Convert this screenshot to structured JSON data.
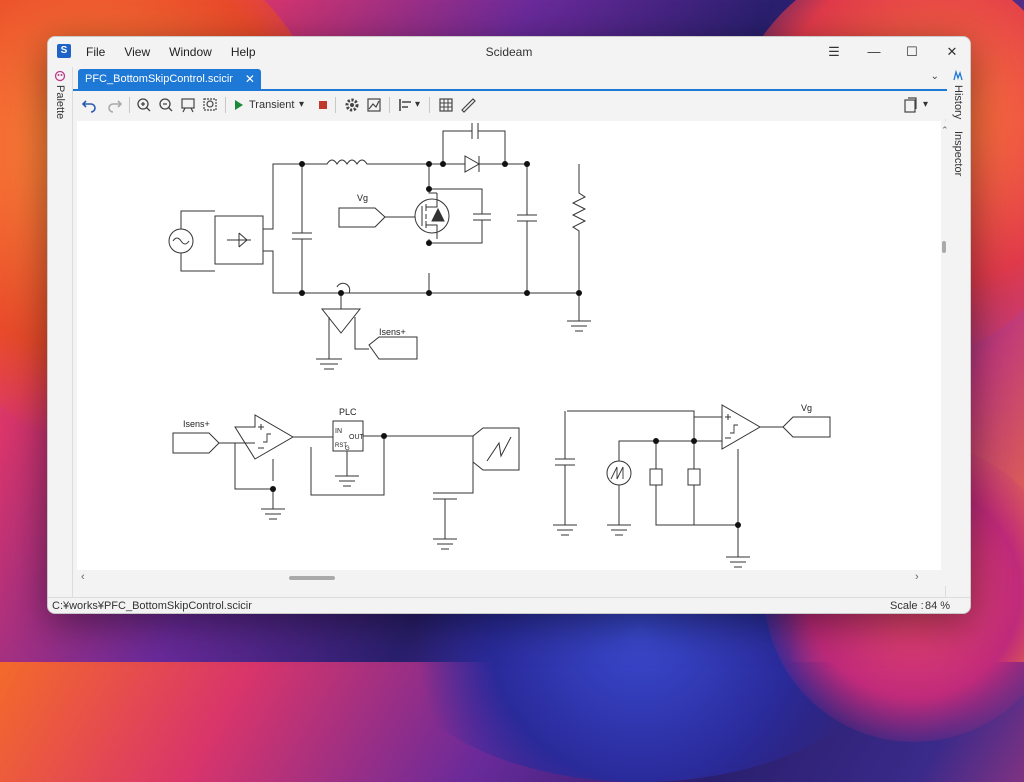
{
  "window": {
    "app_title": "Scideam",
    "menu": [
      "File",
      "View",
      "Window",
      "Help"
    ],
    "controls": {
      "menu": "☰",
      "minimize": "—",
      "maximize": "☐",
      "close": "✕"
    }
  },
  "side": {
    "palette": "Palette",
    "history": "History",
    "inspector": "Inspector"
  },
  "tab": {
    "label": "PFC_BottomSkipControl.scicir",
    "close": "✕"
  },
  "toolbar": {
    "run_mode": "Transient"
  },
  "schematic": {
    "labels": {
      "vg_in": "Vg",
      "isens_out": "Isens+",
      "isens_in": "Isens+",
      "plc": "PLC",
      "plc_in": "IN",
      "plc_out": "OUT",
      "plc_rst": "RST",
      "plc_g": "G",
      "vg_out": "Vg"
    }
  },
  "status": {
    "path": "C:¥works¥PFC_BottomSkipControl.scicir",
    "scale_label": "Scale :",
    "scale_value": "84 %"
  },
  "colors": {
    "accent": "#1e78d6",
    "run": "#1a8a3a",
    "stop": "#c0392b"
  }
}
